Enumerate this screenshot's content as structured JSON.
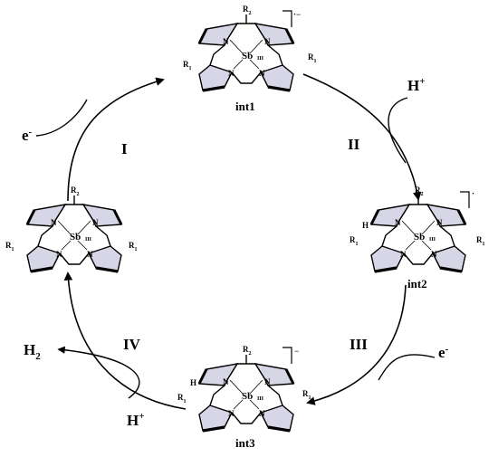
{
  "molecule": {
    "n_atom": "N",
    "sb_atom": "Sb",
    "sb_ox": "III",
    "r1": "R",
    "r1_sub": "1",
    "r2": "R",
    "r2_sub": "2",
    "h_atom": "H"
  },
  "intermediates": {
    "int1": {
      "label": "int1",
      "charge": "·−"
    },
    "int2": {
      "label": "int2",
      "charge": "·"
    },
    "int3": {
      "label": "int3",
      "charge": "−"
    }
  },
  "steps": {
    "I": "I",
    "II": "II",
    "III": "III",
    "IV": "IV"
  },
  "reagents": {
    "electron_I": {
      "base": "e",
      "sup": "-"
    },
    "proton_II": {
      "base": "H",
      "sup": "+"
    },
    "electron_III": {
      "base": "e",
      "sup": "-"
    },
    "proton_IV": {
      "base": "H",
      "sup": "+"
    },
    "hydrogen": {
      "base": "H",
      "sub": "2"
    }
  }
}
